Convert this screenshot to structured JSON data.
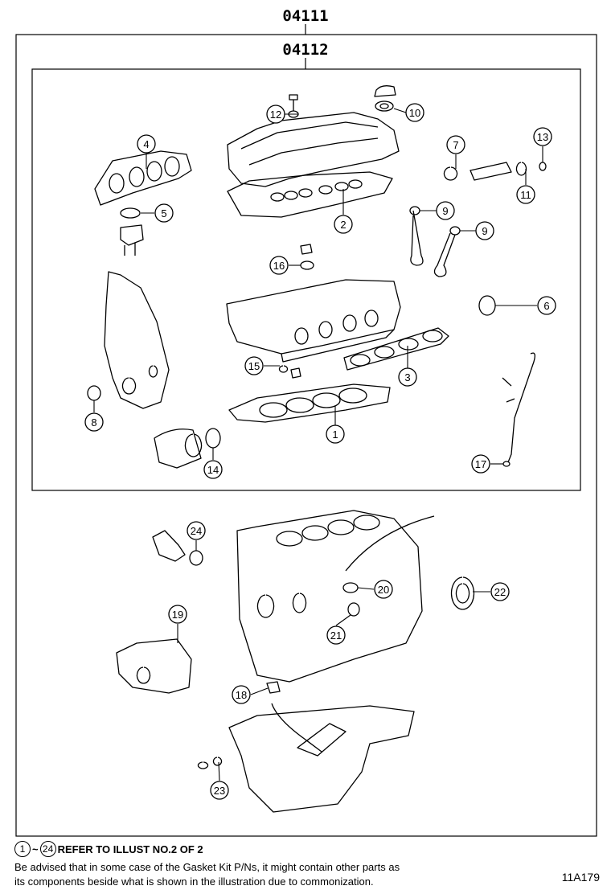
{
  "kit_outer_code": "04111",
  "kit_inner_code": "04112",
  "callouts": [
    "1",
    "2",
    "3",
    "4",
    "5",
    "6",
    "7",
    "8",
    "9",
    "9",
    "10",
    "11",
    "12",
    "13",
    "14",
    "15",
    "16",
    "17",
    "18",
    "19",
    "20",
    "21",
    "22",
    "23",
    "24"
  ],
  "footer": {
    "ref_start": "1",
    "ref_tilde": "~",
    "ref_end": "24",
    "ref_text": "REFER TO ILLUST NO.2 OF 2",
    "note_line1": "Be advised that in some case of the Gasket Kit P/Ns,  it might contain other parts as",
    "note_line2": "its components beside what is shown in the illustration due to commonization."
  },
  "figure_id": "11A179"
}
